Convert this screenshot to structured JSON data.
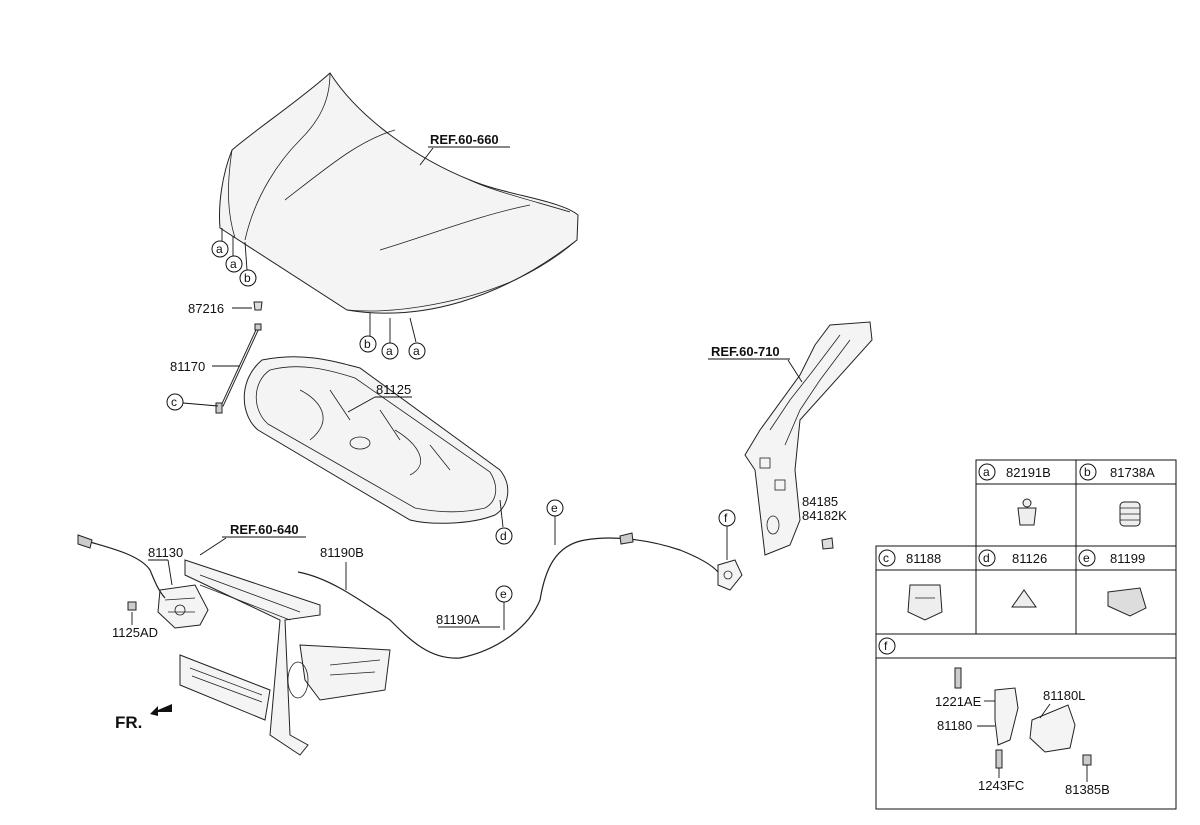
{
  "refs": {
    "hood": "REF.60-660",
    "pillar": "REF.60-710",
    "carrier": "REF.60-640"
  },
  "parts": {
    "p87216": "87216",
    "p81170": "81170",
    "p81125": "81125",
    "p81130": "81130",
    "p1125AD": "1125AD",
    "p81190B": "81190B",
    "p81190A": "81190A",
    "p84185": "84185",
    "p84182K": "84182K"
  },
  "callouts": {
    "a": "a",
    "b": "b",
    "c": "c",
    "d": "d",
    "e": "e",
    "f": "f"
  },
  "direction": "FR.",
  "legend": {
    "cells": [
      {
        "letter": "a",
        "code": "82191B"
      },
      {
        "letter": "b",
        "code": "81738A"
      },
      {
        "letter": "c",
        "code": "81188"
      },
      {
        "letter": "d",
        "code": "81126"
      },
      {
        "letter": "e",
        "code": "81199"
      }
    ],
    "f": {
      "letter": "f",
      "parts": [
        "1221AE",
        "81180L",
        "81180",
        "1243FC",
        "81385B"
      ]
    }
  }
}
